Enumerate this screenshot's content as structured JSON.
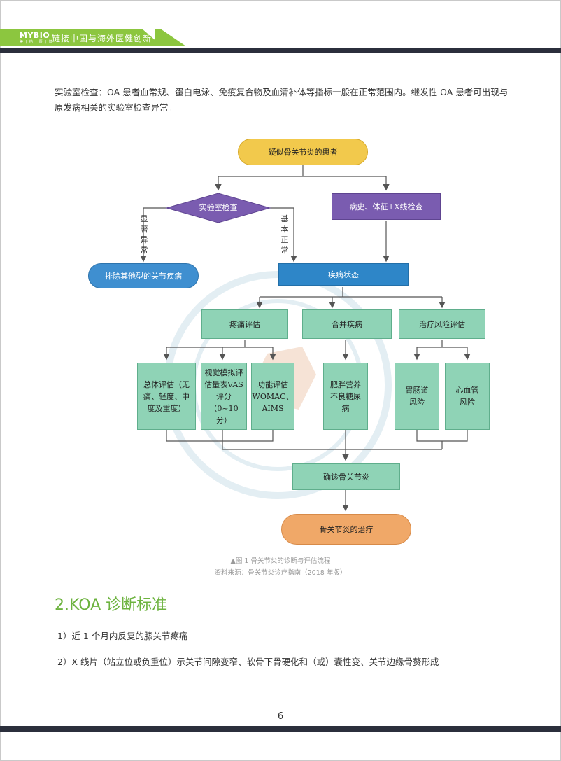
{
  "header": {
    "logo": "MYBIO",
    "logo_sub": "美 | 柏 | 医 | 健",
    "tagline": "链接中国与海外医健创新"
  },
  "intro_paragraph": "实验室检查：OA 患者血常规、蛋白电泳、免疫复合物及血清补体等指标一般在正常范围内。继发性 OA 患者可出现与原发病相关的实验室检查异常。",
  "flowchart": {
    "start": "疑似骨关节炎的患者",
    "lab_check": "实验室检查",
    "history_check": "病史、体征+X线检查",
    "label_abnormal": "显著异常",
    "label_normal": "基本正常",
    "exclude": "排除其他型的关节疾病",
    "disease_state": "疾病状态",
    "pain_assess": "疼痛评估",
    "comorbidity": "合并疾病",
    "treatment_risk": "治疗风险评估",
    "overall_assess": "总体评估（无痛、轻度、中度及重度）",
    "vas_assess": "视觉模拟评估量表VAS评分（0~10分）",
    "function_assess": "功能评估WOMAC、AIMS",
    "comorbid_list": "肥胖营养不良糖尿病",
    "gi_risk": "胃肠道风险",
    "cv_risk": "心血管风险",
    "diagnosis": "确诊骨关节炎",
    "treatment": "骨关节炎的治疗",
    "colors": {
      "yellow": "#f2c94c",
      "purple": "#7a5cb0",
      "blue": "#2e86c8",
      "green": "#8fd3b6",
      "orange": "#f0a868"
    }
  },
  "figure_caption": "▲图 1  骨关节炎的诊断与评估流程",
  "figure_source": "资料来源：骨关节炎诊疗指南（2018 年版）",
  "section": {
    "title": "2.KOA 诊断标准",
    "items": [
      "1）近 1 个月内反复的膝关节疼痛",
      "2）X 线片（站立位或负重位）示关节间隙变窄、软骨下骨硬化和（或）囊性变、关节边缘骨赘形成"
    ]
  },
  "page_number": "6"
}
